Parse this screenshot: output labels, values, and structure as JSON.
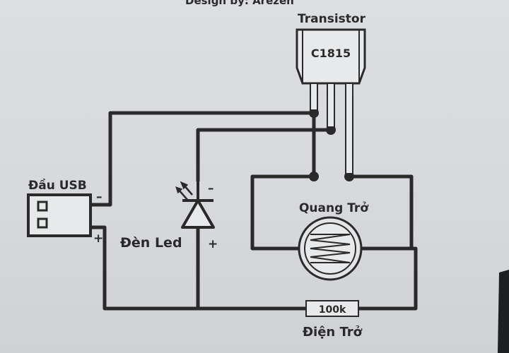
{
  "header": {
    "credit": "Design by: Arezen"
  },
  "transistor": {
    "title": "Transistor",
    "model": "C1815"
  },
  "usb": {
    "label": "Đầu USB",
    "minus": "–",
    "plus": "+"
  },
  "led": {
    "label": "Đèn Led",
    "minus": "–",
    "plus": "+"
  },
  "ldr": {
    "label": "Quang Trở"
  },
  "resistor": {
    "value": "100k",
    "label": "Điện Trở"
  },
  "colors": {
    "ink": "#2a2a2a",
    "paper": "#d9dbde",
    "body": "#e8e9eb"
  }
}
